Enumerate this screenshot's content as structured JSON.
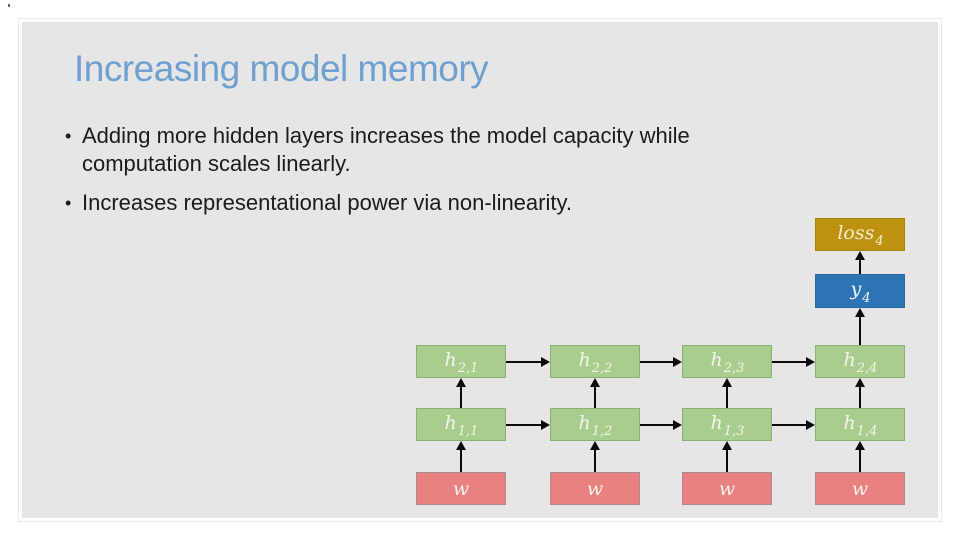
{
  "artifacts": {
    "corner_dot": "."
  },
  "slide": {
    "title": "Increasing model memory",
    "bullet_char": "•",
    "bullets": [
      {
        "lines": [
          "Adding more hidden layers increases the model capacity while",
          "computation scales linearly."
        ]
      },
      {
        "lines": [
          "Increases representational power via non-linearity.",
          ""
        ]
      }
    ]
  },
  "diagram": {
    "loss": {
      "base": "loss",
      "sub": "4"
    },
    "output": {
      "base": "y",
      "sub": "4"
    },
    "h2": [
      {
        "base": "h",
        "sub": "2,1"
      },
      {
        "base": "h",
        "sub": "2,2"
      },
      {
        "base": "h",
        "sub": "2,3"
      },
      {
        "base": "h",
        "sub": "2,4"
      }
    ],
    "h1": [
      {
        "base": "h",
        "sub": "1,1"
      },
      {
        "base": "h",
        "sub": "1,2"
      },
      {
        "base": "h",
        "sub": "1,3"
      },
      {
        "base": "h",
        "sub": "1,4"
      }
    ],
    "inputs": [
      {
        "base": "w"
      },
      {
        "base": "w"
      },
      {
        "base": "w"
      },
      {
        "base": "w"
      }
    ],
    "colors": {
      "hidden_fill": "#a7ce8e",
      "hidden_border": "#8dae74",
      "input_fill": "#ea8181",
      "input_border": "#a58b94",
      "output_fill": "#2e74b5",
      "loss_fill": "#bd9210",
      "arrow": "#0b0b0b"
    }
  },
  "theme": {
    "page_background": "#ffffff",
    "slide_background": "#e7e6e6",
    "title_color": "#6fa0cf",
    "body_text_color": "#1b1b1b"
  }
}
